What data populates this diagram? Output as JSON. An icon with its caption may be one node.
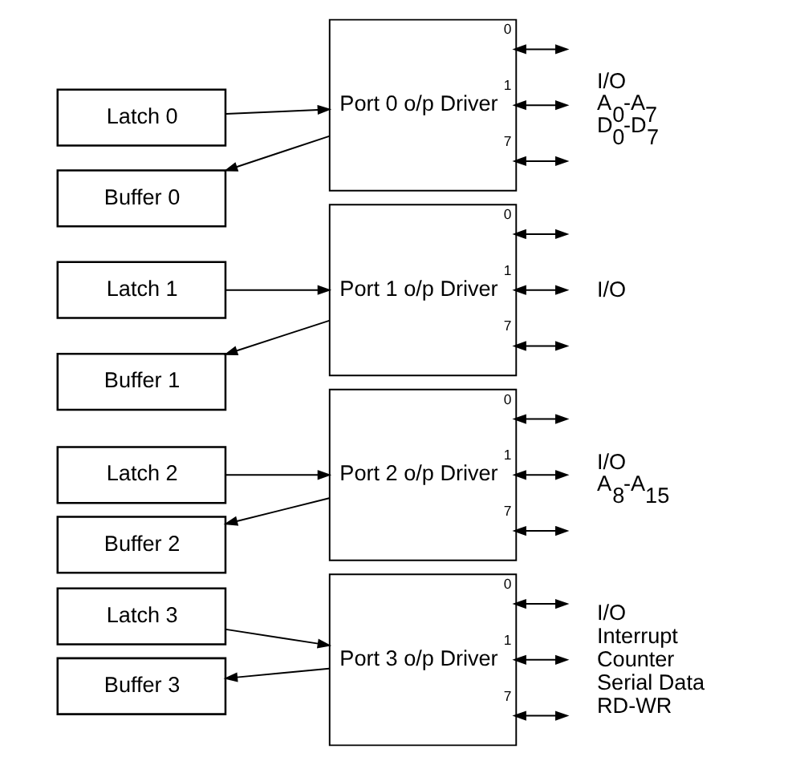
{
  "diagram": {
    "nodes": [
      {
        "text": [
          "Latch 0"
        ]
      },
      {
        "text": [
          "Buffer 0"
        ]
      },
      {
        "text": [
          "Port 0 o/p Driver"
        ],
        "beside": [
          "I/O",
          "A$_{0}$-A$_{7}$",
          "D$_{0}$-D$_{7}$"
        ]
      },
      {
        "text": [
          "Latch 1"
        ]
      },
      {
        "text": [
          "Buffer 1"
        ]
      },
      {
        "text": [
          "Port 1 o/p Driver"
        ],
        "beside": [
          "I/O"
        ]
      },
      {
        "text": [
          "Latch 2"
        ]
      },
      {
        "text": [
          "Buffer 2"
        ]
      },
      {
        "text": [
          "Port 2 o/p Driver"
        ],
        "beside": [
          "I/O",
          "A$_{8}$-A$_{15}$"
        ]
      },
      {
        "text": [
          "Latch 3"
        ]
      },
      {
        "text": [
          "Buffer 3"
        ]
      },
      {
        "text": [
          "Port 3 o/p Driver"
        ],
        "beside": [
          "I/O",
          "Interrupt",
          "Counter",
          "Serial Data",
          "RD-WR"
        ]
      }
    ],
    "edges": [
      {
        "from": 0,
        "to": 2,
        "arrow": "to"
      },
      {
        "from": 2,
        "to": 1,
        "arrow": "to"
      },
      {
        "from": 2,
        "to": null,
        "arrow": "both",
        "label": "0"
      },
      {
        "from": 2,
        "to": null,
        "arrow": "both",
        "label": "1"
      },
      {
        "from": 2,
        "to": null,
        "arrow": "both",
        "label": "7"
      },
      {
        "from": 3,
        "to": 5,
        "arrow": "to"
      },
      {
        "from": 5,
        "to": 4,
        "arrow": "to"
      },
      {
        "from": 5,
        "to": null,
        "arrow": "both",
        "label": "0"
      },
      {
        "from": 5,
        "to": null,
        "arrow": "both",
        "label": "1"
      },
      {
        "from": 5,
        "to": null,
        "arrow": "both",
        "label": "7"
      },
      {
        "from": 6,
        "to": 8,
        "arrow": "to"
      },
      {
        "from": 8,
        "to": 7,
        "arrow": "to"
      },
      {
        "from": 8,
        "to": null,
        "arrow": "both",
        "label": "0"
      },
      {
        "from": 8,
        "to": null,
        "arrow": "both",
        "label": "1"
      },
      {
        "from": 8,
        "to": null,
        "arrow": "both",
        "label": "7"
      },
      {
        "from": 9,
        "to": 11,
        "arrow": "to"
      },
      {
        "from": 11,
        "to": 10,
        "arrow": "to"
      },
      {
        "from": 11,
        "to": null,
        "arrow": "both",
        "label": "0"
      },
      {
        "from": 11,
        "to": null,
        "arrow": "both",
        "label": "1"
      },
      {
        "from": 11,
        "to": null,
        "arrow": "both",
        "label": "7"
      }
    ]
  }
}
